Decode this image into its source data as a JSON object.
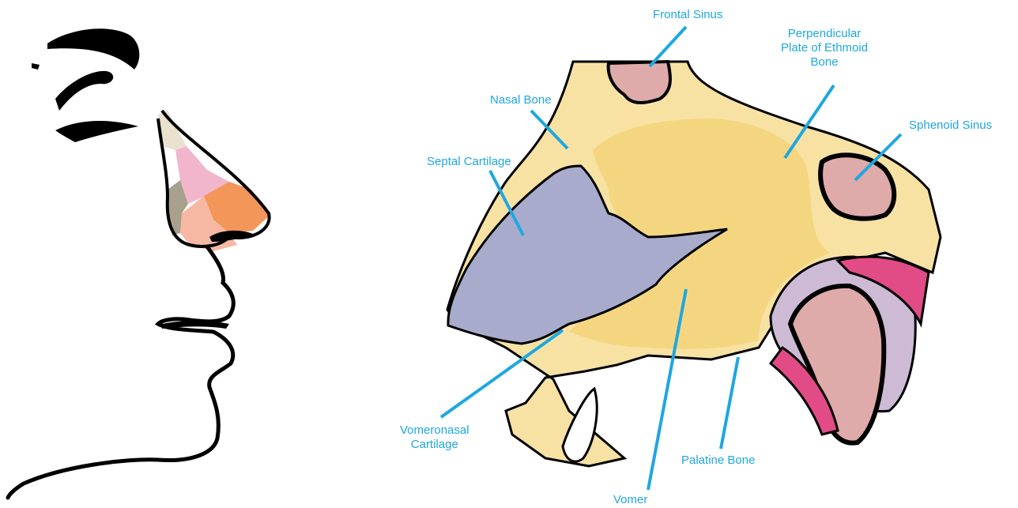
{
  "colors": {
    "label": "#1ea7e1",
    "outline": "#000000",
    "bone": "#f7e2a4",
    "ethmoid": "#f5d680",
    "septal_cartilage": "#a8abcb",
    "sinus": "#dfaaaa",
    "pink_tissue": "#e14b86",
    "lavender_tissue": "#cdbbd6",
    "nose_skin_top": "#e9e2ce",
    "nose_pink": "#f2b6cc",
    "nose_orange": "#f2965a",
    "nose_peach": "#f7b8a3",
    "nose_gray": "#a6a08d"
  },
  "labels": {
    "frontal_sinus": "Frontal Sinus",
    "perpendicular_plate": [
      "Perpendicular",
      "Plate of Ethmoid",
      "Bone"
    ],
    "nasal_bone": "Nasal Bone",
    "sphenoid_sinus": "Sphenoid Sinus",
    "septal_cartilage": "Septal Cartilage",
    "vomeronasal_cartilage": [
      "Vomeronasal",
      "Cartilage"
    ],
    "palatine_bone": "Palatine Bone",
    "vomer": "Vomer"
  }
}
